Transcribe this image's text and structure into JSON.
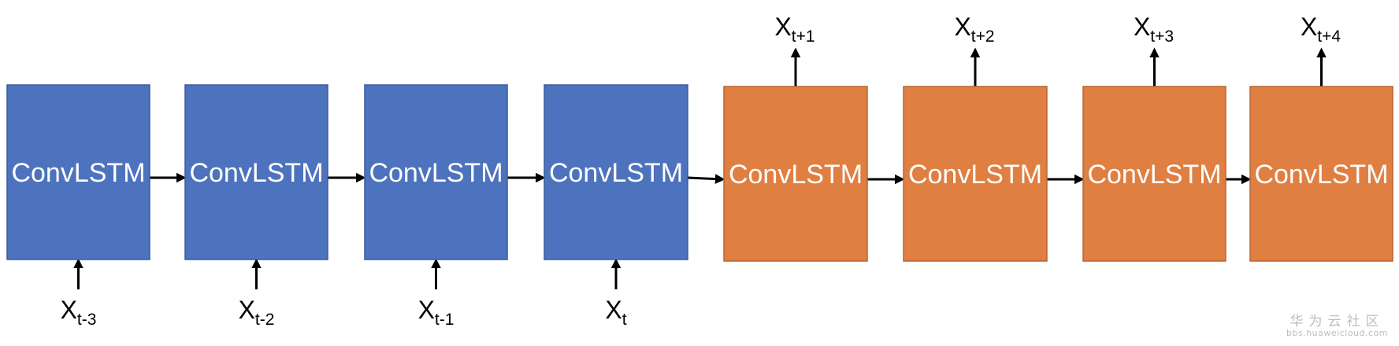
{
  "cells": [
    {
      "label": "ConvLSTM",
      "phase": "input"
    },
    {
      "label": "ConvLSTM",
      "phase": "input"
    },
    {
      "label": "ConvLSTM",
      "phase": "input"
    },
    {
      "label": "ConvLSTM",
      "phase": "input"
    },
    {
      "label": "ConvLSTM",
      "phase": "output"
    },
    {
      "label": "ConvLSTM",
      "phase": "output"
    },
    {
      "label": "ConvLSTM",
      "phase": "output"
    },
    {
      "label": "ConvLSTM",
      "phase": "output"
    }
  ],
  "inputs": [
    {
      "base": "X",
      "sub": "t-3"
    },
    {
      "base": "X",
      "sub": "t-2"
    },
    {
      "base": "X",
      "sub": "t-1"
    },
    {
      "base": "X",
      "sub": "t"
    }
  ],
  "outputs": [
    {
      "base": "X",
      "sub": "t+1"
    },
    {
      "base": "X",
      "sub": "t+2"
    },
    {
      "base": "X",
      "sub": "t+3"
    },
    {
      "base": "X",
      "sub": "t+4"
    }
  ],
  "colors": {
    "input_fill": "#4e73be",
    "input_stroke": "#3a5a99",
    "output_fill": "#e07f42",
    "output_stroke": "#b8652f",
    "arrow": "#000000"
  },
  "watermark": {
    "title": "华为云社区",
    "url": "bbs.huaweicloud.com"
  }
}
